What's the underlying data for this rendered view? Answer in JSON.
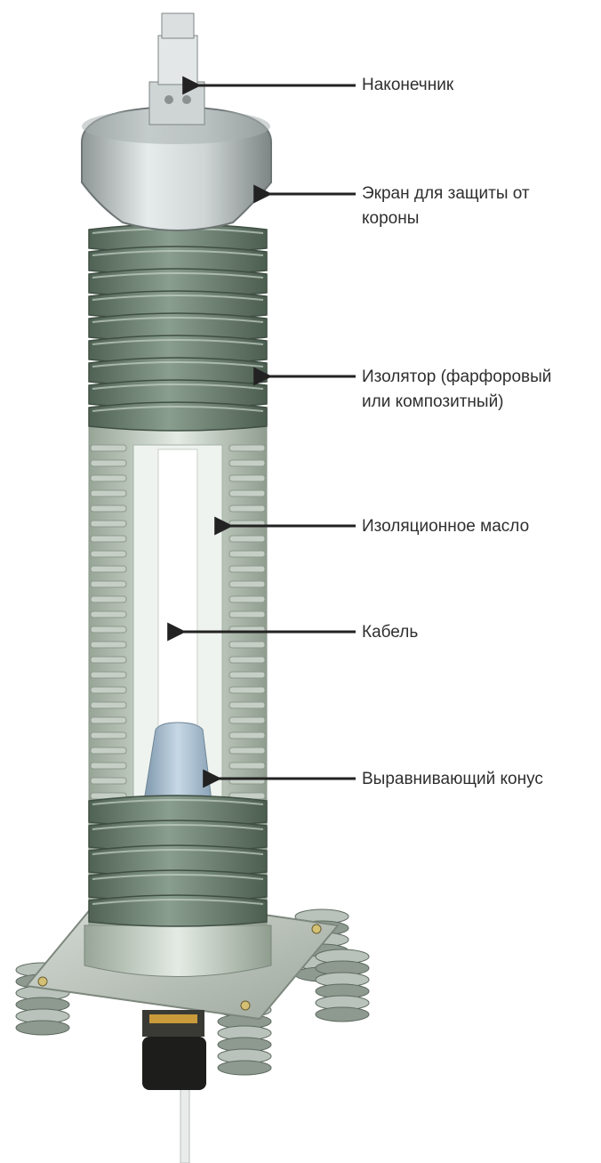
{
  "diagram": {
    "colors": {
      "insulator": "#6f8474",
      "insulator_light": "#9aab9f",
      "housing": "#cfd8cf",
      "metal": "#bfc6c6",
      "cable": "#ffffff",
      "cone": "#a9c0d2",
      "arrow": "#222222",
      "text": "#2f2f2f"
    },
    "labels": [
      {
        "id": "lug",
        "lines": [
          "Наконечник"
        ]
      },
      {
        "id": "corona-shield",
        "lines": [
          "Экран для защиты от",
          "короны"
        ]
      },
      {
        "id": "insulator",
        "lines": [
          "Изолятор (фарфоровый",
          "или композитный)"
        ]
      },
      {
        "id": "insulating-oil",
        "lines": [
          "Изоляционное масло"
        ]
      },
      {
        "id": "cable",
        "lines": [
          "Кабель"
        ]
      },
      {
        "id": "stress-cone",
        "lines": [
          "Выравнивающий конус"
        ]
      }
    ]
  }
}
